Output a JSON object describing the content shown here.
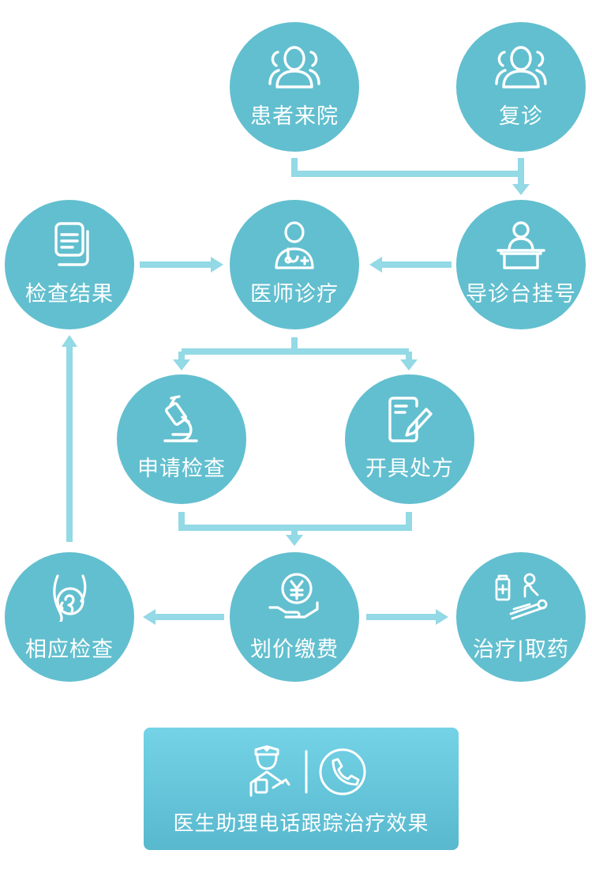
{
  "nodes": {
    "patient_arrives": "患者来院",
    "revisit": "复诊",
    "check_results": "检查结果",
    "doctor_diagnosis": "医师诊疗",
    "registration": "导诊台挂号",
    "request_exam": "申请检查",
    "prescription": "开具处方",
    "related_exam": "相应检查",
    "pricing_payment": "划价缴费",
    "treatment_medicine": "治疗|取药"
  },
  "footer": {
    "label": "医生助理电话跟踪治疗效果"
  },
  "colors": {
    "node": "#62bfcf",
    "connector": "#93d9e6",
    "icon": "#ffffff"
  }
}
